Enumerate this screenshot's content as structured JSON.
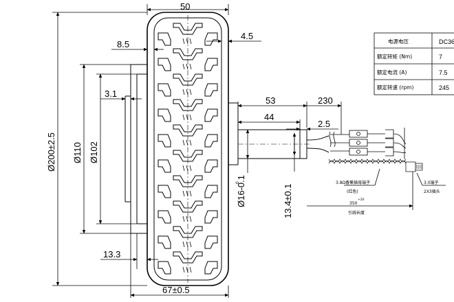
{
  "dimensions": {
    "width_top": "50",
    "left_8_5": "8.5",
    "right_4_5": "4.5",
    "left_3_1": "3.1",
    "shaft_53": "53",
    "cable_230": "230",
    "shaft_44": "44",
    "step_2_5": "2.5",
    "dia_200": "Ø200±2.5",
    "dia_110": "Ø110",
    "dia_102": "Ø102",
    "dia_16": "Ø16-0.1",
    "dia_16_tol": "0",
    "flat_13_4": "13.4±0.1",
    "bottom_13_3": "13.3",
    "bottom_67": "67±0.5"
  },
  "spec_table": {
    "rows": [
      {
        "label": "电源电压",
        "value": "DC36"
      },
      {
        "label": "额定转矩 (Nm)",
        "value": "7"
      },
      {
        "label": "额定电流 (A)",
        "value": "7.5"
      },
      {
        "label": "额定转速 (rpm)",
        "value": "245"
      }
    ]
  },
  "connector_labels": {
    "hall_connector": "3.0端子",
    "hall_connector_sub": "2X3插头",
    "phase_connector": "3.8Ω香蕉插母端子",
    "phase_connector_sub": "(红色)",
    "lead_length": "350",
    "lead_length_tol": "+20",
    "lead_note": "引线长度"
  }
}
